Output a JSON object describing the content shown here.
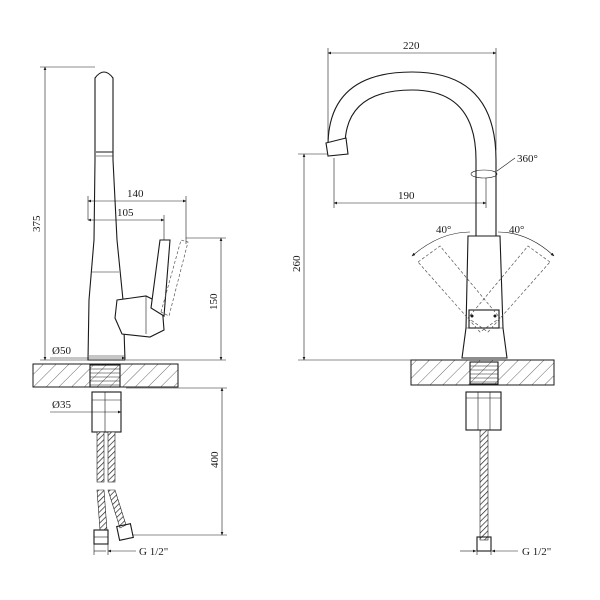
{
  "drawing": {
    "side_view": {
      "dim_height_total": "375",
      "dim_reach_outer": "140",
      "dim_reach_inner": "105",
      "dim_handle_height": "150",
      "dim_base_diameter": "Ø50",
      "dim_mount_diameter": "Ø35",
      "dim_hose_length": "400",
      "thread_label": "G 1/2\""
    },
    "front_view": {
      "dim_width_total": "220",
      "dim_spout_reach": "190",
      "dim_spout_height": "260",
      "dim_rotation": "360°",
      "dim_lever_angle_left": "40°",
      "dim_lever_angle_right": "40°",
      "thread_label": "G 1/2\""
    }
  }
}
